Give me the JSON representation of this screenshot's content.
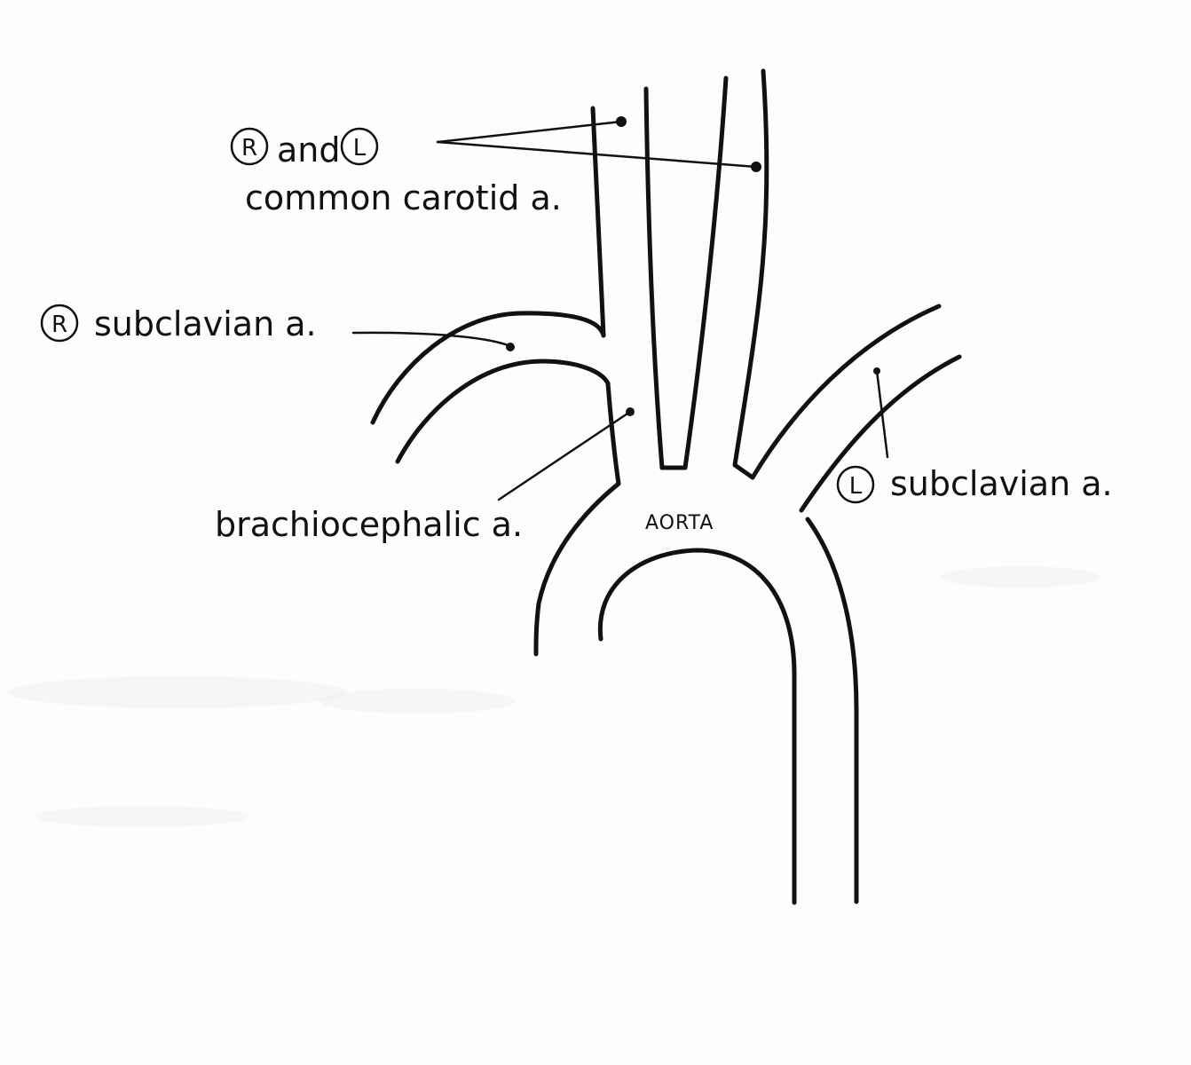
{
  "labels": {
    "common_carotid_and": "and",
    "common_carotid_name": "common carotid a.",
    "right_letter": "R",
    "left_letter": "L",
    "right_subclavian": "subclavian a.",
    "brachiocephalic": "brachiocephalic a.",
    "left_subclavian": "subclavian a.",
    "aorta": "AORTA"
  },
  "colors": {
    "ink": "#111111",
    "paper": "#fdfdfd"
  }
}
